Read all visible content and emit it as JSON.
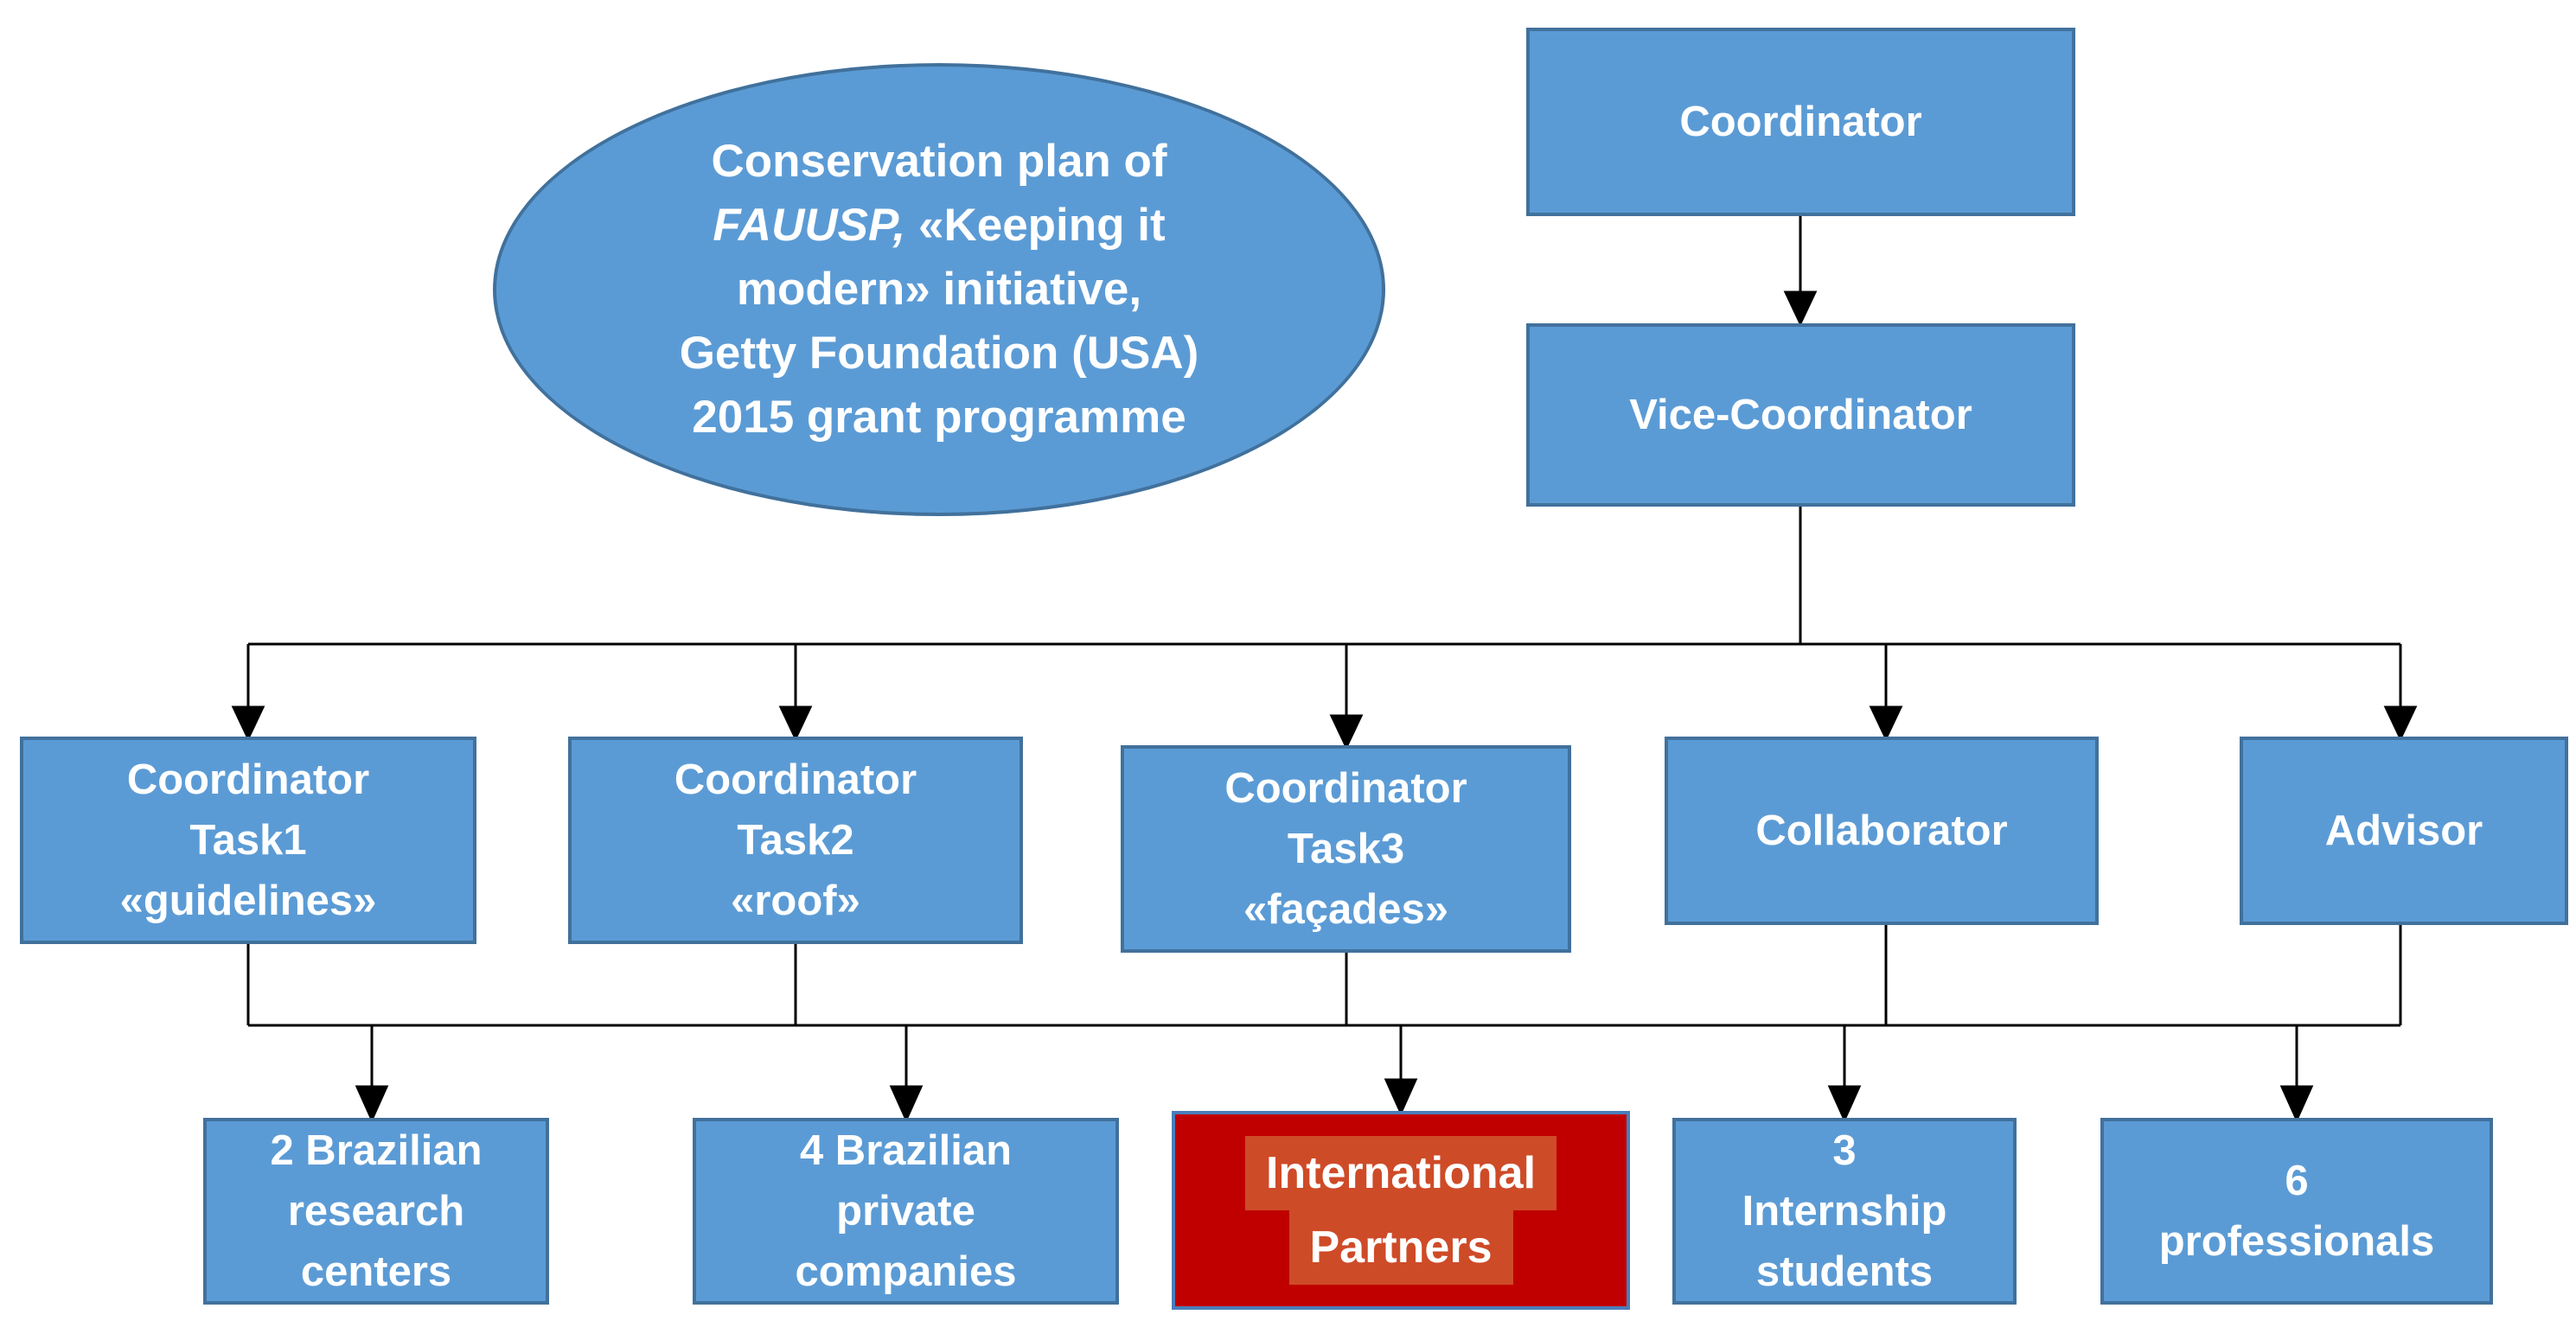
{
  "diagram": {
    "ellipse": {
      "line1": "Conservation plan of",
      "line2_italic": "FAUUSP, ",
      "line2_rest": "«Keeping it",
      "line3": "modern» initiative,",
      "line4": "Getty Foundation (USA)",
      "line5": "2015 grant programme"
    },
    "coordinator": "Coordinator",
    "vice_coordinator": "Vice-Coordinator",
    "middle_row": [
      {
        "line1": "Coordinator",
        "line2": "Task1",
        "line3": "«guidelines»"
      },
      {
        "line1": "Coordinator",
        "line2": "Task2",
        "line3": "«roof»"
      },
      {
        "line1": "Coordinator",
        "line2": "Task3",
        "line3": "«façades»"
      },
      {
        "line1": "Collaborator"
      },
      {
        "line1": "Advisor"
      }
    ],
    "bottom_row": [
      {
        "line1": "2 Brazilian",
        "line2": "research",
        "line3": "centers"
      },
      {
        "line1": "4 Brazilian",
        "line2": "private",
        "line3": "companies"
      },
      {
        "line1": "International",
        "line2": "Partners"
      },
      {
        "line1": "3",
        "line2": "Internship",
        "line3": "students"
      },
      {
        "line1": "6",
        "line2": "professionals"
      }
    ],
    "colors": {
      "node_fill": "#5B9BD5",
      "node_border": "#41719C",
      "alert_fill": "#C00000",
      "alert_border": "#4A7EBB",
      "alert_text_highlight": "#CE4B28",
      "text": "#FFFFFF",
      "connector": "#000000"
    }
  }
}
